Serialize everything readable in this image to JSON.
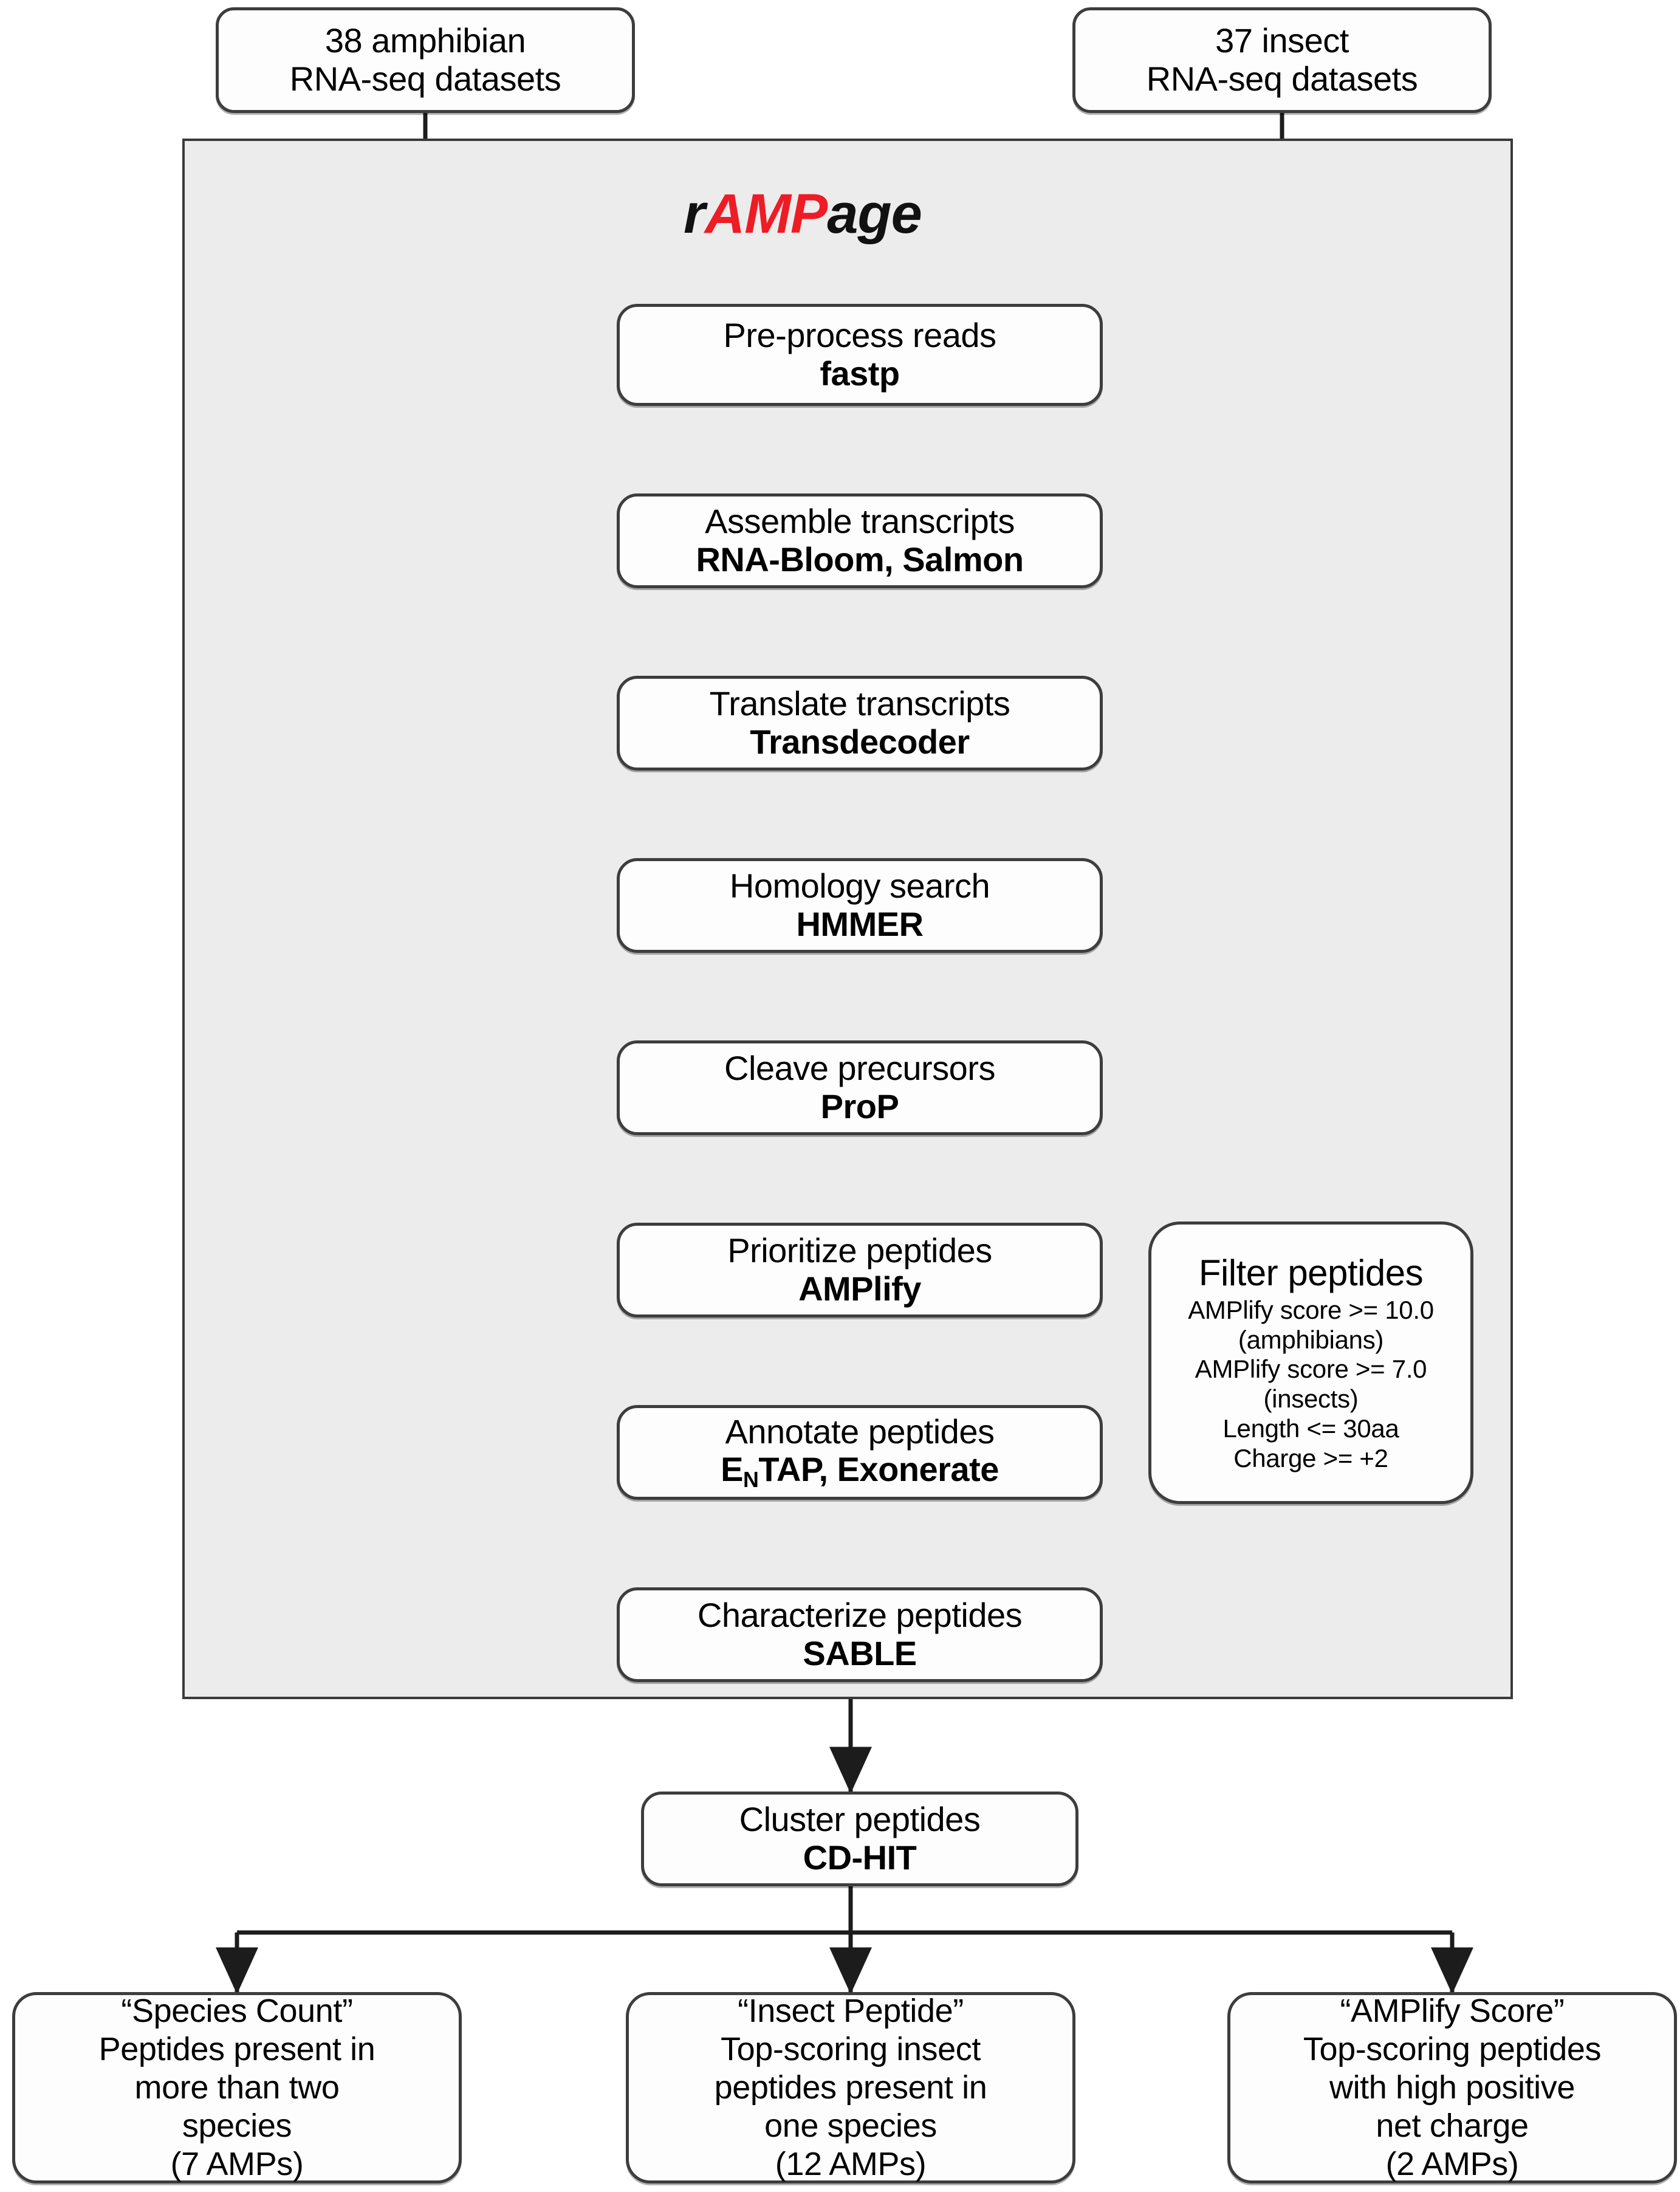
{
  "figure": {
    "kind": "pipeline-flowchart",
    "brand": {
      "pre": "r",
      "accent": "AMP",
      "post": "age",
      "accent_color": "#ee1c25"
    },
    "panel_color": "#ececec",
    "box_border_color": "#3d3d3d",
    "background": "#ffffff"
  },
  "inputs": [
    {
      "id": "amphibian",
      "line1": "38 amphibian",
      "line2": "RNA-seq datasets"
    },
    {
      "id": "insect",
      "line1": "37 insect",
      "line2": "RNA-seq datasets"
    }
  ],
  "steps": [
    {
      "id": "preprocess",
      "name": "Pre-process reads",
      "tool": "fastp"
    },
    {
      "id": "assemble",
      "name": "Assemble transcripts",
      "tool": "RNA-Bloom, Salmon"
    },
    {
      "id": "translate",
      "name": "Translate transcripts",
      "tool": "Transdecoder"
    },
    {
      "id": "homology",
      "name": "Homology search",
      "tool": "HMMER"
    },
    {
      "id": "cleave",
      "name": "Cleave precursors",
      "tool": "ProP"
    },
    {
      "id": "prioritize",
      "name": "Prioritize peptides",
      "tool": "AMPlify"
    },
    {
      "id": "annotate",
      "name": "Annotate peptides",
      "tool_html": "E<sub>N</sub>TAP, Exonerate",
      "tool": "ENTAP, Exonerate"
    },
    {
      "id": "characterize",
      "name": "Characterize peptides",
      "tool": "SABLE"
    }
  ],
  "cluster": {
    "id": "cluster",
    "name": "Cluster peptides",
    "tool": "CD-HIT"
  },
  "filter": {
    "title": "Filter peptides",
    "criteria": [
      "AMPlify score >= 10.0",
      "(amphibians)",
      "AMPlify score >= 7.0",
      "(insects)",
      "Length <= 30aa",
      "Charge >= +2"
    ]
  },
  "outcomes": [
    {
      "id": "species-count",
      "lines": [
        "“Species Count”",
        "Peptides present in",
        "more than two",
        "species",
        "(7 AMPs)"
      ]
    },
    {
      "id": "insect-peptide",
      "lines": [
        "“Insect Peptide”",
        "Top-scoring insect",
        "peptides present in",
        "one species",
        "(12 AMPs)"
      ]
    },
    {
      "id": "amplify-score",
      "lines": [
        "“AMPlify Score”",
        "Top-scoring peptides",
        "with high positive",
        "net charge",
        "(2 AMPs)"
      ]
    }
  ]
}
